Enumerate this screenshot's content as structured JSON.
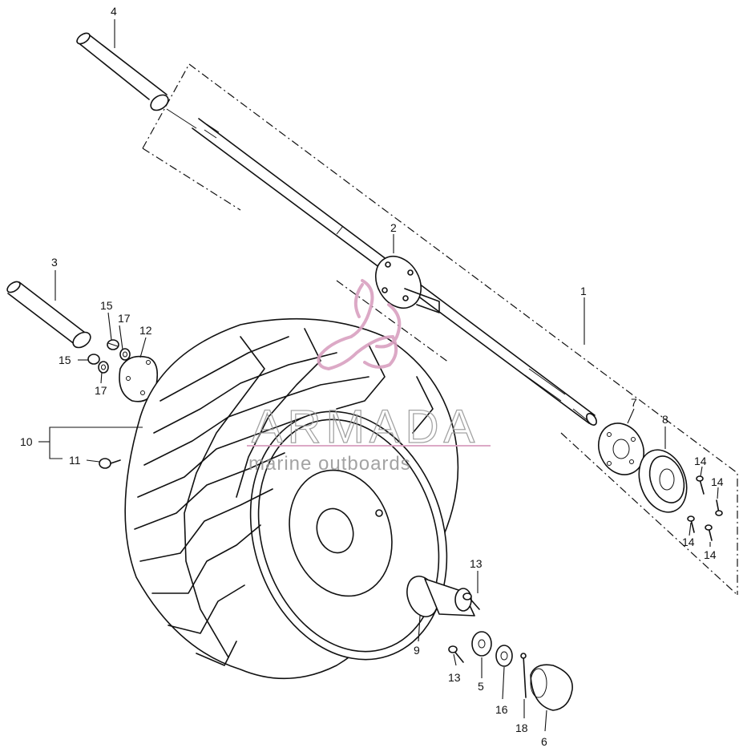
{
  "watermark": {
    "brand": "ARMADA",
    "tagline": "marine outboards",
    "logo_color": "#d9a0c0"
  },
  "callouts": {
    "p1": "1",
    "p2": "2",
    "p3": "3",
    "p4": "4",
    "p5": "5",
    "p6": "6",
    "p7": "7",
    "p8": "8",
    "p9": "9",
    "p10": "10",
    "p11": "11",
    "p12": "12",
    "p13a": "13",
    "p13b": "13",
    "p14a": "14",
    "p14b": "14",
    "p14c": "14",
    "p14d": "14",
    "p15a": "15",
    "p15b": "15",
    "p16": "16",
    "p17a": "17",
    "p17b": "17",
    "p18": "18"
  }
}
